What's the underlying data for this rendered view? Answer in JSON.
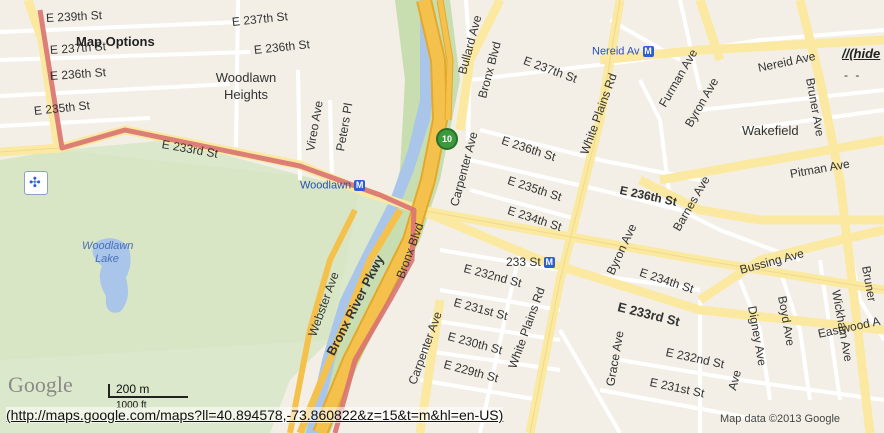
{
  "map": {
    "controls": {
      "map_options": "Map Options",
      "collapse_link": "//(hide",
      "dash": "- -",
      "nav_icon": "pan-zoom-icon"
    },
    "neighborhoods": [
      "Woodlawn Heights",
      "Wakefield"
    ],
    "water": [
      "Woodlawn Lake"
    ],
    "streets": [
      "E 239th St",
      "E 237th St",
      "E 237th St",
      "E 236th St",
      "E 236th St",
      "E 235th St",
      "E 233rd St",
      "Vireo Ave",
      "Peters Pl",
      "Bullard Ave",
      "Bronx Blvd",
      "E 237th St",
      "Nereid Av",
      "Furman Ave",
      "Byron Ave",
      "Nereid Ave",
      "Bruner Ave",
      "E 236th St",
      "E 235th St",
      "E 234th St",
      "Carpenter Ave",
      "White Plains Rd",
      "E 236th St",
      "Barnes Ave",
      "Pitman Ave",
      "Byron Ave",
      "E 234th St",
      "Bussing Ave",
      "Wickham Ave",
      "Bruner",
      "Webster Ave",
      "Bronx River Pkwy",
      "Bronx Blvd",
      "E 232nd St",
      "E 231st St",
      "E 230th St",
      "E 229th St",
      "White Plains Rd",
      "Carpenter Ave",
      "E 233rd St",
      "E 232nd St",
      "E 231st St",
      "Digney Ave",
      "Boyd Ave",
      "Grace Ave",
      "Eastwood A",
      "Ave"
    ],
    "stations": [
      "Woodlawn",
      "233 St"
    ],
    "subway_mark": "M",
    "route_shield": "10",
    "scale": {
      "metric": "200 m",
      "imperial": "1000 ft"
    },
    "logo": "Google",
    "url": "(http://maps.google.com/maps?ll=40.894578,-73.860822&z=15&t=m&hl=en-US)",
    "copyright": "Map data ©2013 Google",
    "colors": {
      "land": "#f3efe6",
      "cemetery": "#d9e6c8",
      "park": "#c7dcae",
      "water": "#a9c6ea",
      "highway": "#f5c14d",
      "major_road": "#fbe9a1",
      "route": "#d97372"
    }
  }
}
